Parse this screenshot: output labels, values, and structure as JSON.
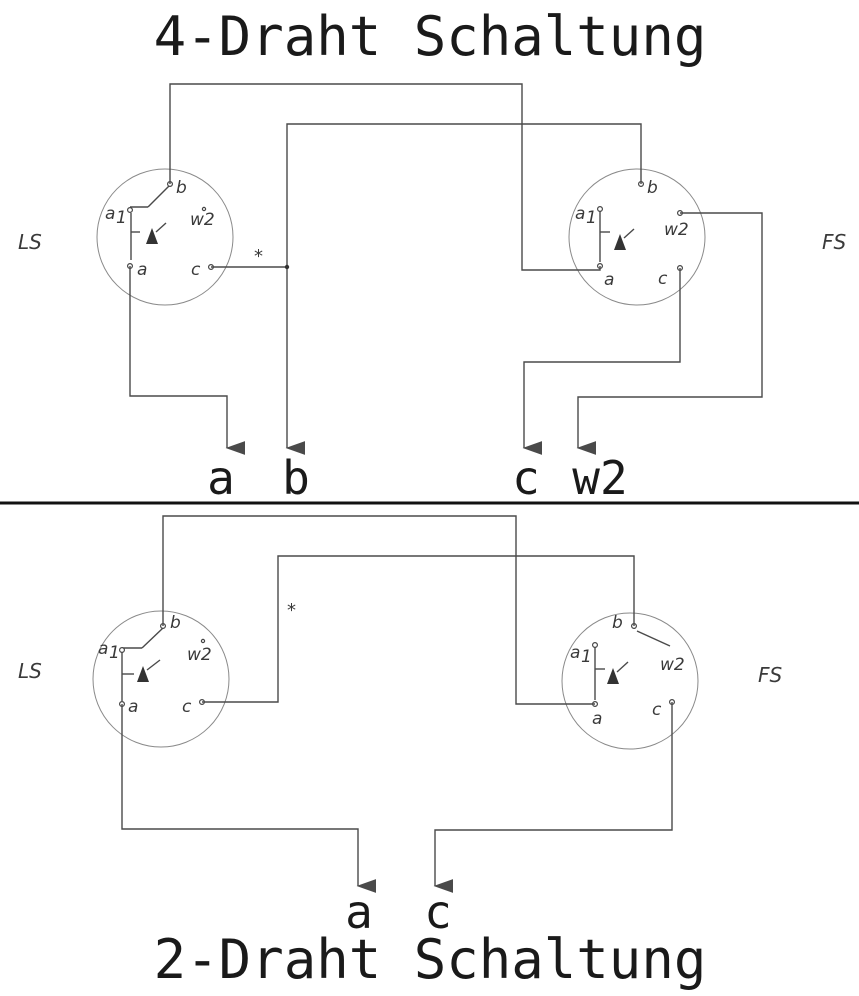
{
  "top": {
    "title": "4-Draht Schaltung",
    "left_unit": "LS",
    "right_unit": "FS",
    "star": "*",
    "terminals": [
      "a",
      "b",
      "c",
      "w2"
    ],
    "pins": {
      "a": "a",
      "a1": "a",
      "a1_sub": "1",
      "b": "b",
      "c": "c",
      "w2": "w2"
    }
  },
  "bottom": {
    "title": "2-Draht Schaltung",
    "left_unit": "LS",
    "right_unit": "FS",
    "star": "*",
    "terminals": [
      "a",
      "c"
    ],
    "pins": {
      "a": "a",
      "a1": "a",
      "a1_sub": "1",
      "b": "b",
      "c": "c",
      "w2": "w2"
    }
  }
}
